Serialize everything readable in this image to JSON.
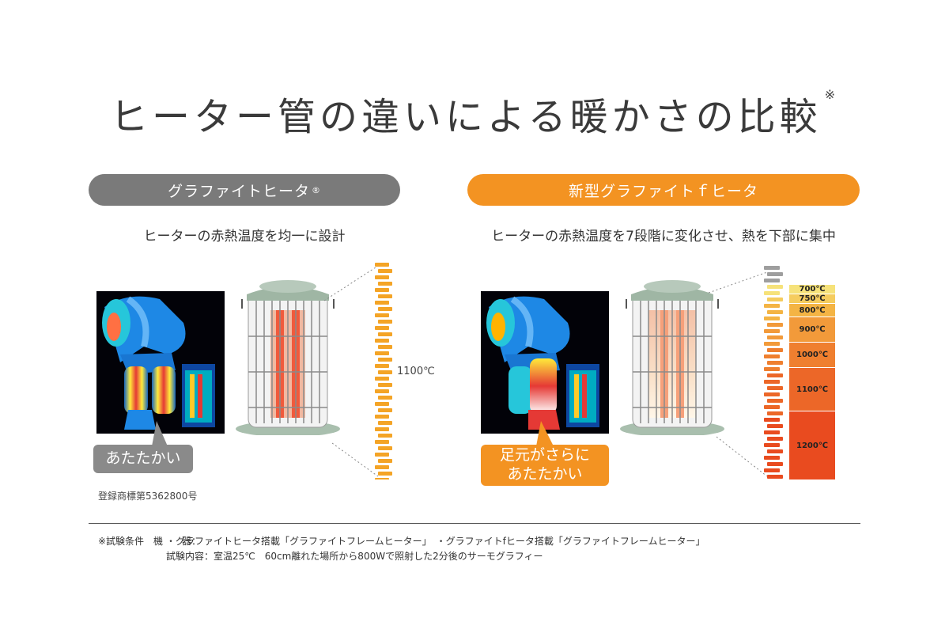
{
  "title": "ヒーター管の違いによる暖かさの比較",
  "title_mark": "※",
  "left": {
    "pill_label": "グラファイトヒータ",
    "pill_mark": "®",
    "subtitle": "ヒーターの赤熱温度を均一に設計",
    "bubble": "あたたかい",
    "temperature": "1100℃",
    "registered": "登録商標第5362800号",
    "color": "#7a7a7a",
    "bar_color": "#f4a426"
  },
  "right": {
    "pill_label": "新型グラファイトｆヒータ",
    "subtitle": "ヒーターの赤熱温度を7段階に変化させ、熱を下部に集中",
    "bubble_line1": "足元がさらに",
    "bubble_line2": "あたたかい",
    "color": "#f39322",
    "scale": [
      {
        "label": "700℃",
        "color": "#f6e27a",
        "share": 0.05
      },
      {
        "label": "750℃",
        "color": "#f5cc5e",
        "share": 0.05
      },
      {
        "label": "800℃",
        "color": "#f4b444",
        "share": 0.07
      },
      {
        "label": "900℃",
        "color": "#f29a3a",
        "share": 0.13
      },
      {
        "label": "1000℃",
        "color": "#ef7f2f",
        "share": 0.13
      },
      {
        "label": "1100℃",
        "color": "#ec6728",
        "share": 0.22
      },
      {
        "label": "1200℃",
        "color": "#e94b1f",
        "share": 0.35
      }
    ]
  },
  "conditions": {
    "label": "※試験条件　機　　器：",
    "line1": "・グラファイトヒータ搭載「グラファイトフレームヒーター」　・グラファイトfヒータ搭載「グラファイトフレームヒーター」",
    "line2": "試験内容：室温25℃　60cm離れた場所から800Wで照射した2分後のサーモグラフィー"
  }
}
